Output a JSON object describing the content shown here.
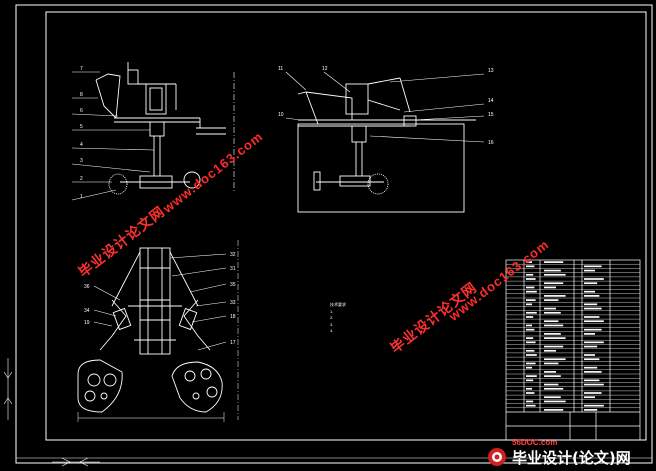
{
  "watermarks": {
    "url": "www.doc163.com",
    "cn": "毕业设计论文网"
  },
  "footer": {
    "site_small": "56DOC.com",
    "brand": "毕业设计(论文)网"
  },
  "callouts": {
    "front_view": [
      "7",
      "8",
      "6",
      "5",
      "4",
      "3",
      "2",
      "1"
    ],
    "side_view": [
      "11",
      "12",
      "10",
      "13",
      "14",
      "15",
      "16"
    ],
    "top_view": [
      "32",
      "31",
      "36",
      "35",
      "34",
      "33",
      "19",
      "18",
      "17"
    ]
  },
  "notes_title": "技术要求",
  "notes": [
    "1.",
    "2.",
    "3.",
    "4."
  ],
  "colors": {
    "line": "#ffffff",
    "accent": "#ff3030",
    "background": "#000000"
  }
}
